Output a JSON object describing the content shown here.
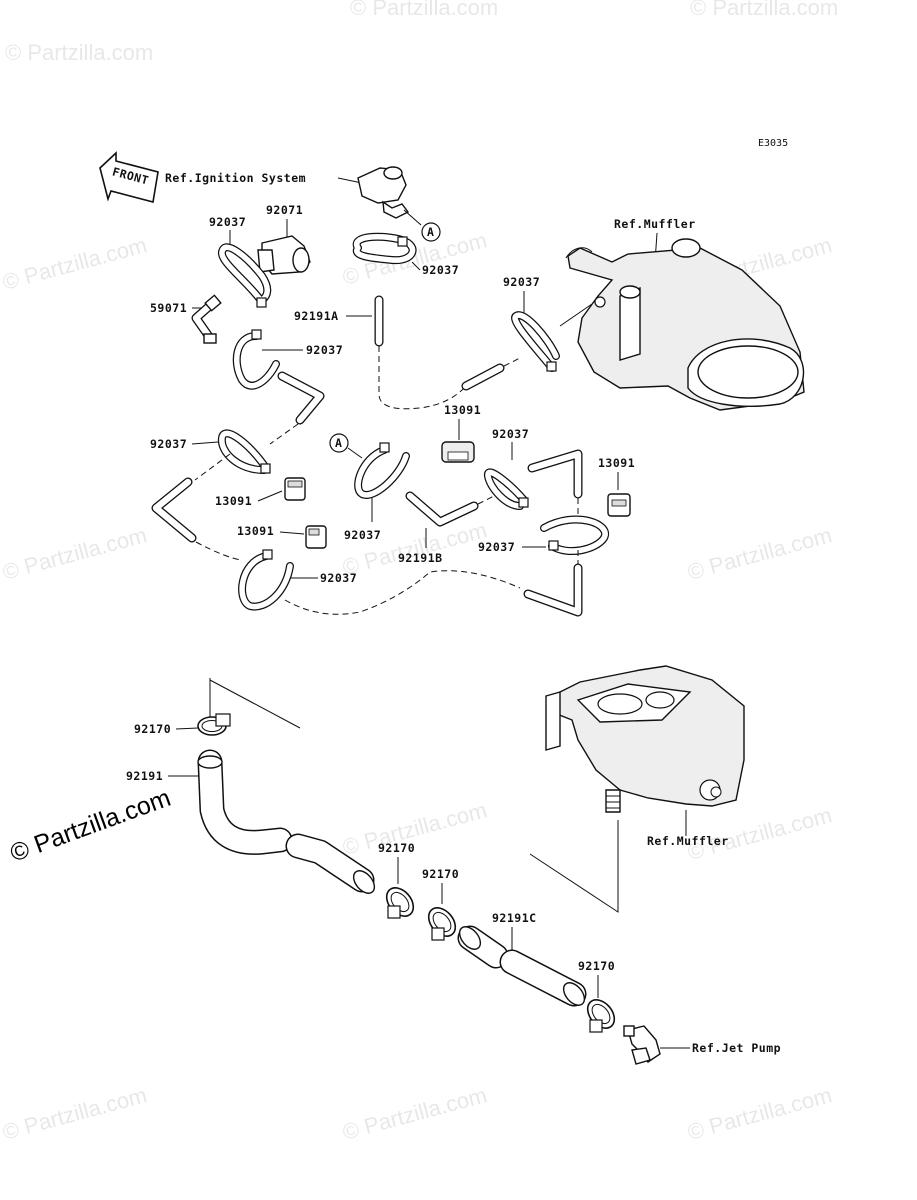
{
  "diagram_code": "E3035",
  "front_label": "FRONT",
  "reference_labels": {
    "ignition": "Ref.Ignition System",
    "muffler_top": "Ref.Muffler",
    "muffler_bottom": "Ref.Muffler",
    "jet_pump": "Ref.Jet Pump"
  },
  "callout_marker": "A",
  "part_numbers": {
    "p92071": "92071",
    "p92037_a": "92037",
    "p92037_b": "92037",
    "p92037_c": "92037",
    "p92037_d": "92037",
    "p92037_e": "92037",
    "p92037_f": "92037",
    "p92037_g": "92037",
    "p92037_h": "92037",
    "p92037_i": "92037",
    "p59071": "59071",
    "p92191A": "92191A",
    "p92191B": "92191B",
    "p92191C": "92191C",
    "p92191": "92191",
    "p13091_a": "13091",
    "p13091_b": "13091",
    "p13091_c": "13091",
    "p13091_d": "13091",
    "p92170_a": "92170",
    "p92170_b": "92170",
    "p92170_c": "92170",
    "p92170_d": "92170"
  },
  "watermark": "© Partzilla.com"
}
